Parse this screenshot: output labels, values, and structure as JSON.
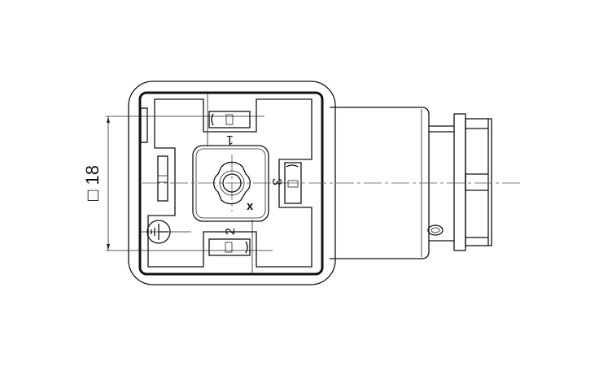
{
  "drawing": {
    "dimension_label": "□ 18",
    "pin_labels": {
      "pin1": "1",
      "pin2": "2",
      "pin3": "3"
    },
    "center_mark": "x",
    "line_color": "#111111",
    "background": "#ffffff"
  }
}
